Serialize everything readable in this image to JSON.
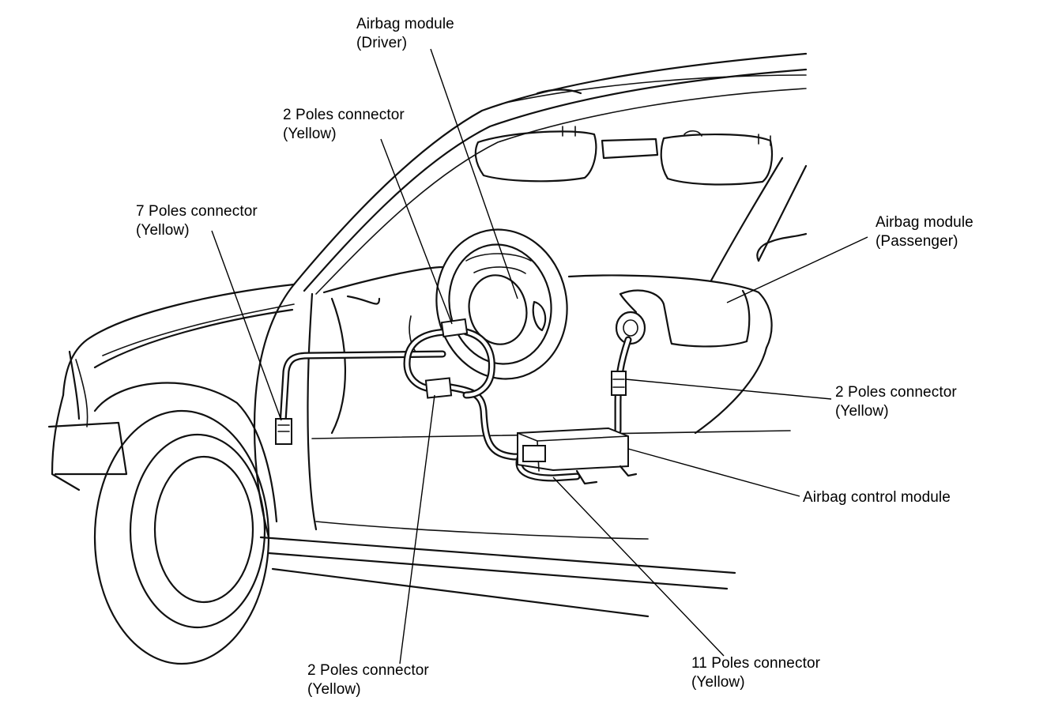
{
  "labels": {
    "airbag_driver": {
      "line1": "Airbag module",
      "line2": "(Driver)"
    },
    "two_pole_upper": {
      "line1": "2 Poles connector",
      "line2": "(Yellow)"
    },
    "seven_pole": {
      "line1": "7 Poles connector",
      "line2": "(Yellow)"
    },
    "airbag_passenger": {
      "line1": "Airbag module",
      "line2": "(Passenger)"
    },
    "two_pole_right": {
      "line1": "2 Poles connector",
      "line2": "(Yellow)"
    },
    "control_module": {
      "line1": "Airbag control module"
    },
    "two_pole_bottom": {
      "line1": "2 Poles connector",
      "line2": "(Yellow)"
    },
    "eleven_pole": {
      "line1": "11 Poles connector",
      "line2": "(Yellow)"
    }
  },
  "colors": {
    "ink": "#111111",
    "background": "#ffffff"
  }
}
